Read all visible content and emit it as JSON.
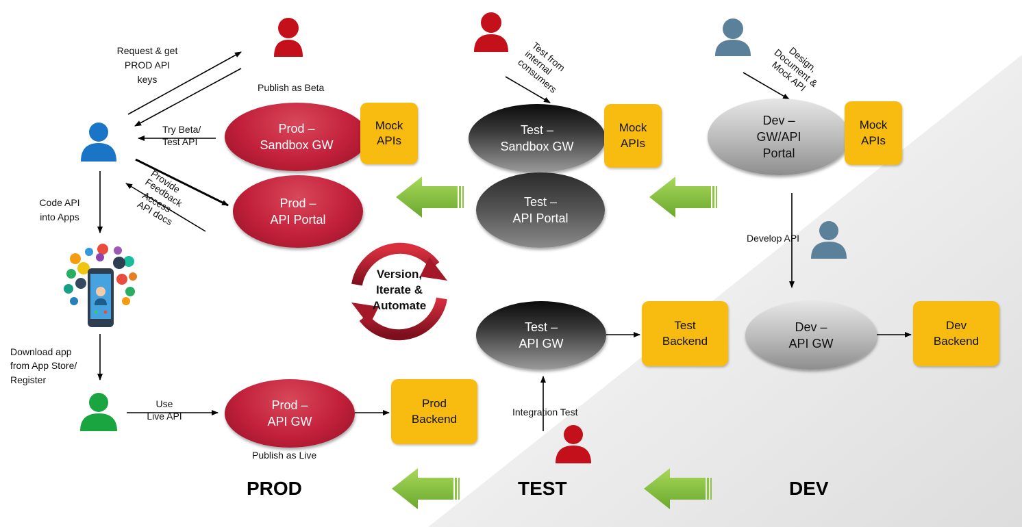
{
  "stages": {
    "prod": "PROD",
    "test": "TEST",
    "dev": "DEV"
  },
  "nodes": {
    "prod_sandbox_gw": "Prod –\nSandbox GW",
    "prod_api_portal": "Prod –\nAPI Portal",
    "prod_api_gw": "Prod –\nAPI GW",
    "test_sandbox_gw": "Test –\nSandbox GW",
    "test_api_portal": "Test –\nAPI Portal",
    "test_api_gw": "Test –\nAPI GW",
    "dev_gw_api_portal": "Dev –\nGW/API\nPortal",
    "dev_api_gw": "Dev –\nAPI GW"
  },
  "boxes": {
    "mock_prod": "Mock\nAPIs",
    "mock_test": "Mock\nAPIs",
    "mock_dev": "Mock\nAPIs",
    "prod_backend": "Prod\nBackend",
    "test_backend": "Test\nBackend",
    "dev_backend": "Dev\nBackend"
  },
  "labels": {
    "request_keys": "Request & get\nPROD API\nkeys",
    "publish_beta": "Publish as Beta",
    "try_beta": "Try Beta/\nTest API",
    "provide_feedback": "Provide\nFeedback",
    "access_docs": "Access\nAPI docs",
    "code_api": "Code API\ninto Apps",
    "download_app": "Download app\nfrom App Store/\nRegister",
    "use_live": "Use\nLive API",
    "publish_live": "Publish as Live",
    "test_internal": "Test from\ninternal\nconsumers",
    "design_doc": "Design,\nDocument &\nMock API",
    "develop_api": "Develop API",
    "integration_test": "Integration Test"
  },
  "cycle_text": "Version,\nIterate &\nAutomate",
  "colors": {
    "person_red": "#c4101a",
    "person_blue": "#1a75c7",
    "person_green": "#1aa541",
    "person_steel": "#5b809a",
    "mock_box": "#f8bb10",
    "arrow_green": "#8cc63f"
  }
}
